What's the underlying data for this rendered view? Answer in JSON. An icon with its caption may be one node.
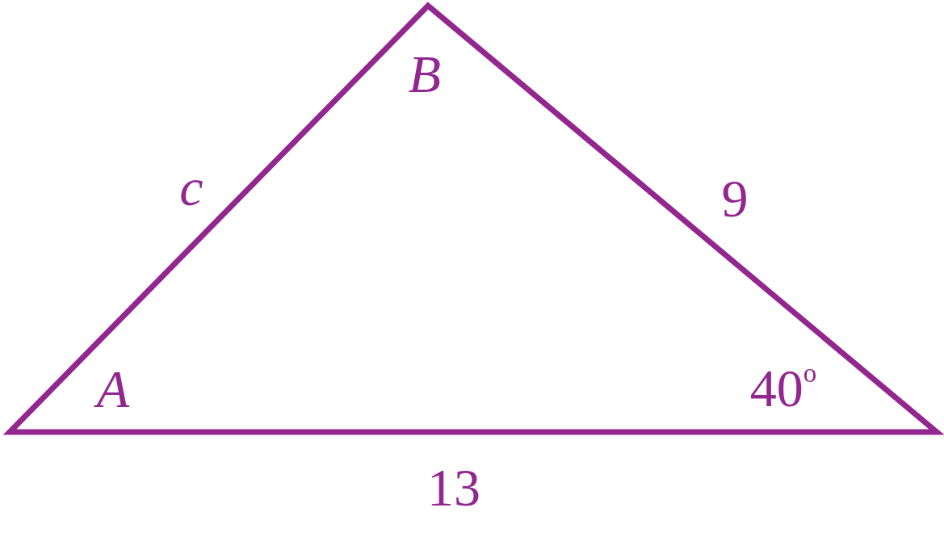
{
  "diagram": {
    "labels": [
      "B",
      "c",
      "9",
      "A",
      "40$^{o}$",
      "13"
    ]
  }
}
